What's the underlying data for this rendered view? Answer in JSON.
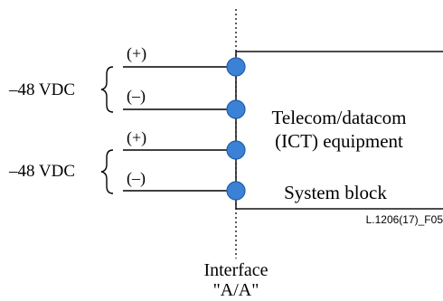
{
  "diagram": {
    "supplies": [
      {
        "voltage_label": "–48 VDC",
        "conductors": [
          {
            "polarity_label": "(+)"
          },
          {
            "polarity_label": "(–)"
          }
        ]
      },
      {
        "voltage_label": "–48 VDC",
        "conductors": [
          {
            "polarity_label": "(+)"
          },
          {
            "polarity_label": "(–)"
          }
        ]
      }
    ],
    "equipment": {
      "name_line1": "Telecom/datacom",
      "name_line2": "(ICT) equipment",
      "block_label": "System block"
    },
    "interface": {
      "label_line1": "Interface",
      "label_line2": "\"A/A\""
    },
    "figure_id": "L.1206(17)_F05",
    "colors": {
      "connector_fill": "#3B82D6",
      "connector_stroke": "#1F5FAA",
      "line": "#000000"
    }
  }
}
